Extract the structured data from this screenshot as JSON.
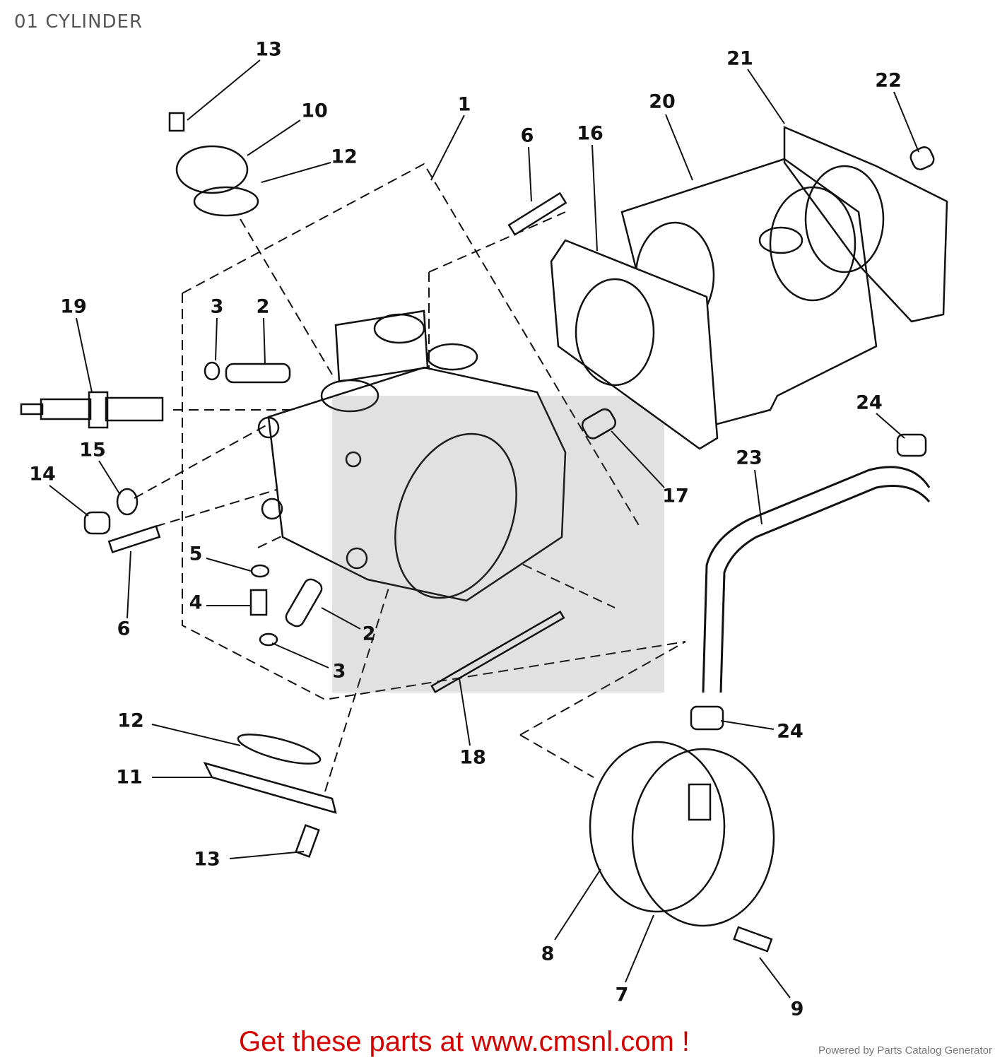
{
  "title": "01 CYLINDER",
  "callouts": [
    "13",
    "10",
    "12",
    "1",
    "6",
    "16",
    "20",
    "21",
    "22",
    "19",
    "3",
    "2",
    "15",
    "14",
    "24",
    "23",
    "17",
    "5",
    "4",
    "6",
    "2",
    "3",
    "18",
    "12",
    "11",
    "24",
    "13",
    "8",
    "7",
    "9"
  ],
  "footer": {
    "cta": "Get these parts at www.cmsnl.com !",
    "powered": "Powered by Parts Catalog Generator"
  },
  "colors": {
    "cta": "#d40000",
    "line": "#111111"
  }
}
